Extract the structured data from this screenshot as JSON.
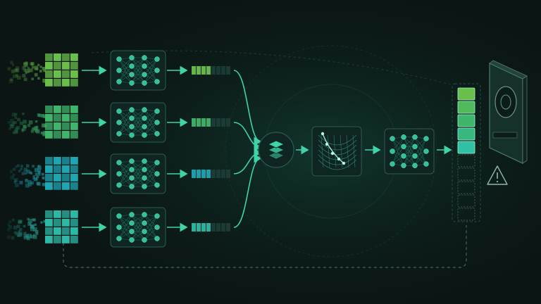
{
  "colors": {
    "background": "#0b1614",
    "background_glow": "#123a31",
    "node": "#2ec49a",
    "edge": "#1f7a66",
    "arrow": "#3fd3a8",
    "panel_fill": "#0f2522",
    "panel_stroke": "#2d5a50",
    "dashed": "#3b6b60",
    "warning": "#8fb8ad"
  },
  "rows": [
    {
      "grid_color": "#6abf4b",
      "noise_color": "#4a8a3c",
      "token_fill": 0.45
    },
    {
      "grid_color": "#3fb56b",
      "noise_color": "#2f8a55",
      "token_fill": 0.45
    },
    {
      "grid_color": "#1fa6b3",
      "noise_color": "#1a7f88",
      "token_fill": 0.45
    },
    {
      "grid_color": "#2bb8a6",
      "noise_color": "#238a80",
      "token_fill": 0.45
    }
  ],
  "aggregator": {
    "icon": "layers-icon"
  },
  "loss_surface": {
    "icon": "loss-landscape-icon"
  },
  "final_network": {
    "icon": "neural-network-icon"
  },
  "memory_stack": {
    "filled_colors": [
      "#6abf4b",
      "#4fbb5c",
      "#3fb56b",
      "#38b880",
      "#2fc0a6"
    ],
    "empty_slots": 5
  },
  "device": {
    "icon": "gpu-card-icon"
  },
  "warning": {
    "icon": "warning-icon"
  },
  "feedback_loop": {
    "style": "dashed"
  }
}
